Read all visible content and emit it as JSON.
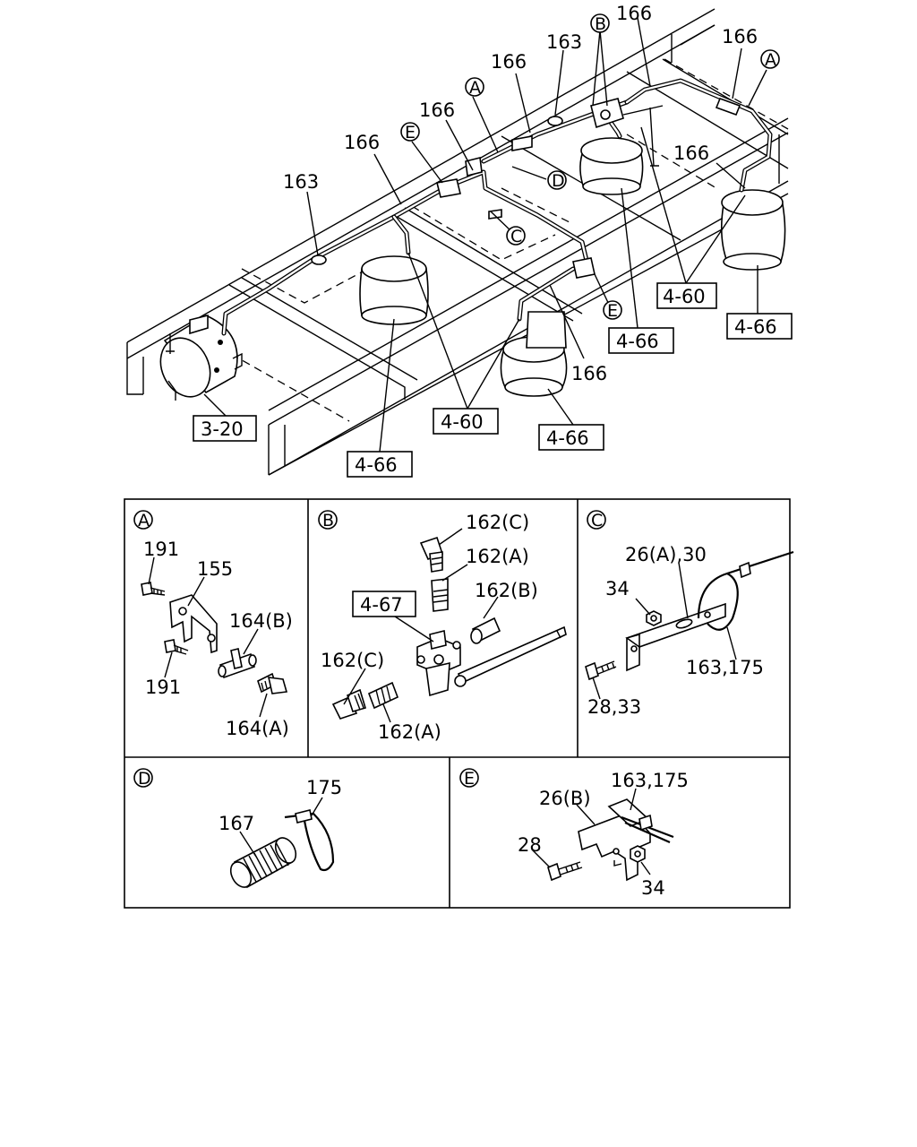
{
  "refs": {
    "r3_20": "3-20",
    "r4_66": "4-66",
    "r4_60": "4-60",
    "r4_67": "4-67"
  },
  "parts": {
    "p166": "166",
    "p163": "163",
    "p191": "191",
    "p155": "155",
    "p164a": "164(A)",
    "p164b": "164(B)",
    "p162a": "162(A)",
    "p162b": "162(B)",
    "p162c": "162(C)",
    "p26a_30": "26(A),30",
    "p34": "34",
    "p28_33": "28,33",
    "p163_175": "163,175",
    "p175": "175",
    "p167": "167",
    "p26b": "26(B)",
    "p28": "28"
  },
  "callouts": {
    "a": "A",
    "b": "B",
    "c": "C",
    "d": "D",
    "e": "E"
  }
}
